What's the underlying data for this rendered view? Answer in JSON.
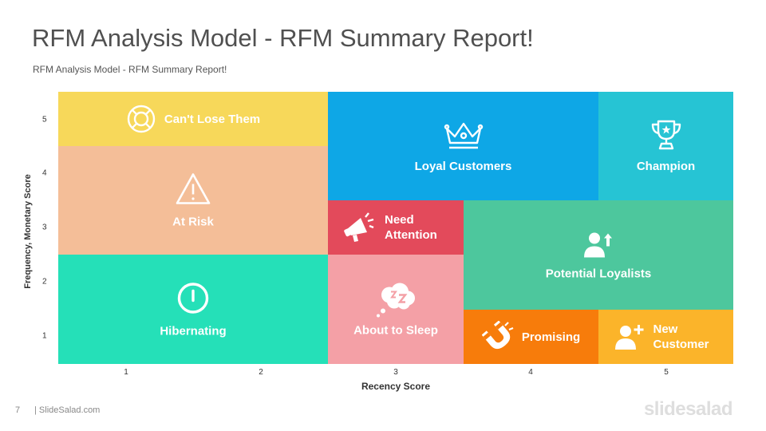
{
  "header": {
    "title": "RFM Analysis Model - RFM Summary Report!",
    "subtitle": "RFM Analysis Model - RFM Summary  Report!"
  },
  "axes": {
    "x_title": "Recency Score",
    "y_title": "Frequency, Monetary Score",
    "x_ticks": [
      "1",
      "2",
      "3",
      "4",
      "5"
    ],
    "y_ticks": [
      "5",
      "4",
      "3",
      "2",
      "1"
    ]
  },
  "segments": {
    "cant_lose": {
      "label": "Can't Lose Them",
      "color": "#F7D85A",
      "icon": "lifebuoy-icon"
    },
    "at_risk": {
      "label": "At Risk",
      "color": "#F4BE98",
      "icon": "warning-icon"
    },
    "hibernating": {
      "label": "Hibernating",
      "color": "#25E0B8",
      "icon": "power-icon"
    },
    "loyal": {
      "label": "Loyal Customers",
      "color": "#0EA7E6",
      "icon": "crown-icon"
    },
    "champion": {
      "label": "Champion",
      "color": "#26C4D4",
      "icon": "trophy-icon"
    },
    "need_attention": {
      "label": "Need Attention",
      "color": "#E34A5B",
      "icon": "megaphone-icon"
    },
    "potential": {
      "label": "Potential Loyalists",
      "color": "#4DC79D",
      "icon": "user-up-icon"
    },
    "about_sleep": {
      "label": "About to Sleep",
      "color": "#F4A0A6",
      "icon": "sleep-icon"
    },
    "promising": {
      "label": "Promising",
      "color": "#F77C0B",
      "icon": "magnet-icon"
    },
    "new_customer": {
      "label": "New Customer",
      "color": "#FBB42A",
      "icon": "user-plus-icon"
    }
  },
  "footer": {
    "page_number": "7",
    "source": "| SlideSalad.com",
    "brand": "slidesalad"
  }
}
